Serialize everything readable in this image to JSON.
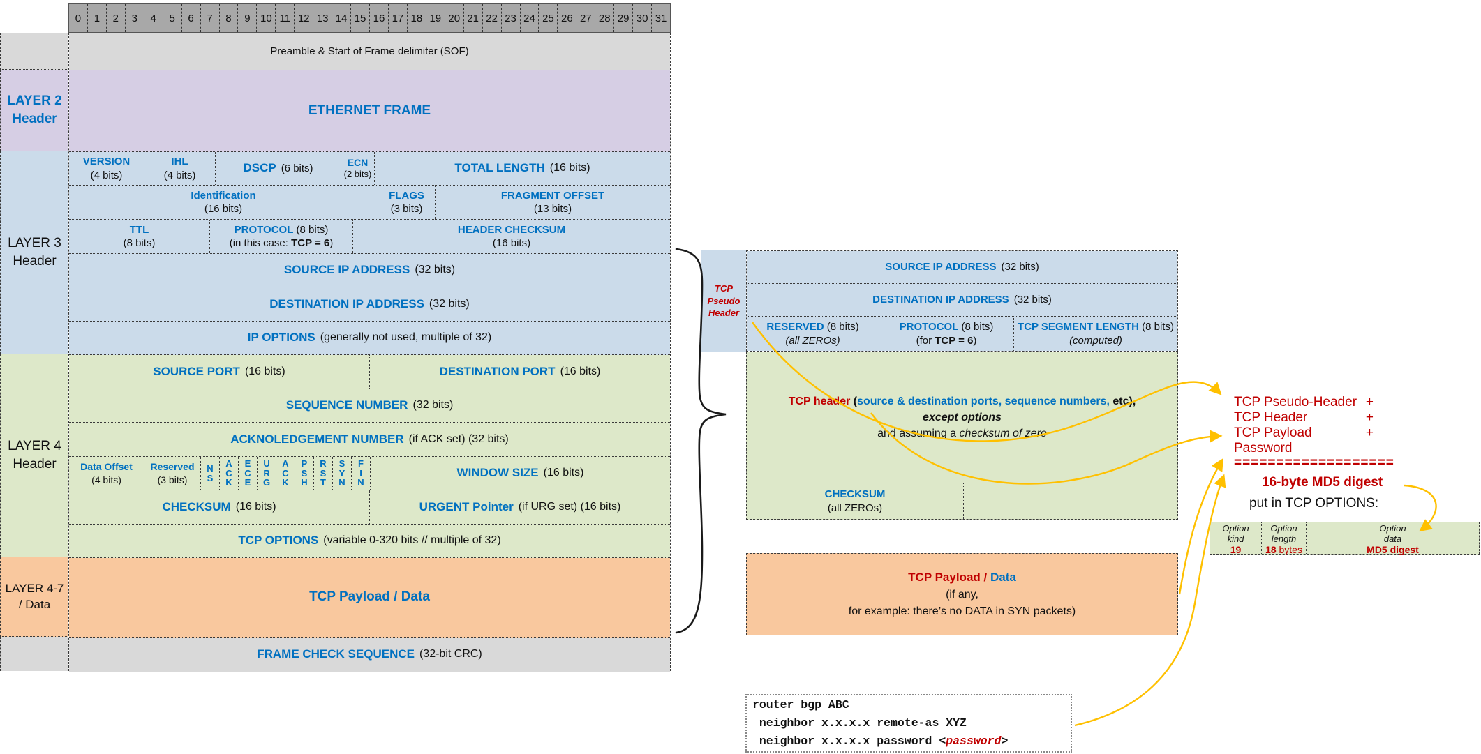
{
  "colors": {
    "accent_blue": "#0070c0",
    "accent_red": "#c00000",
    "arrow_yellow": "#ffc000",
    "purple": "#d6cee4",
    "light_blue": "#cbdbea",
    "light_green": "#dde8c9",
    "orange": "#f9c89e",
    "gray": "#d9d9d9",
    "bit_gray": "#a8a8a8"
  },
  "bits": [
    "0",
    "1",
    "2",
    "3",
    "4",
    "5",
    "6",
    "7",
    "8",
    "9",
    "10",
    "11",
    "12",
    "13",
    "14",
    "15",
    "16",
    "17",
    "18",
    "19",
    "20",
    "21",
    "22",
    "23",
    "24",
    "25",
    "26",
    "27",
    "28",
    "29",
    "30",
    "31"
  ],
  "left": {
    "labels": {
      "l2": "LAYER 2\nHeader",
      "l3": "LAYER 3\nHeader",
      "l4": "LAYER 4\nHeader",
      "l47": "LAYER 4-7\n/ Data"
    },
    "preamble": "Preamble & Start of Frame delimiter (SOF)",
    "ethernet": "ETHERNET  FRAME",
    "version": {
      "n": "VERSION",
      "b": "(4 bits)"
    },
    "ihl": {
      "n": "IHL",
      "b": "(4 bits)"
    },
    "dscp": {
      "n": "DSCP",
      "b": "(6 bits)"
    },
    "ecn": {
      "n": "ECN",
      "b": "(2 bits)"
    },
    "total": {
      "n": "TOTAL  LENGTH",
      "b": "(16 bits)"
    },
    "ident": {
      "n": "Identification",
      "b": "(16 bits)"
    },
    "flags_f": {
      "n": "FLAGS",
      "b": "(3 bits)"
    },
    "frag": {
      "n": "FRAGMENT  OFFSET",
      "b": "(13 bits)"
    },
    "ttl": {
      "n": "TTL",
      "b": "(8 bits)"
    },
    "proto": {
      "n": "PROTOCOL",
      "b": "(8 bits)",
      "c1": "(in this case: ",
      "c2": "TCP = 6",
      "c3": ")"
    },
    "hc": {
      "n": "HEADER  CHECKSUM",
      "b": "(16 bits)"
    },
    "srcip": {
      "n": "SOURCE  IP  ADDRESS",
      "b": "(32 bits)"
    },
    "dstip": {
      "n": "DESTINATION  IP  ADDRESS",
      "b": "(32 bits)"
    },
    "ipopt": {
      "n": "IP  OPTIONS",
      "b": "(generally not used, multiple of 32)"
    },
    "sport": {
      "n": "SOURCE  PORT",
      "b": "(16 bits)"
    },
    "dport": {
      "n": "DESTINATION  PORT",
      "b": "(16 bits)"
    },
    "seq": {
      "n": "SEQUENCE  NUMBER",
      "b": "(32 bits)"
    },
    "ack": {
      "n": "ACKNOLEDGEMENT  NUMBER",
      "b": "(if ACK set) (32 bits)"
    },
    "doff": {
      "n": "Data Offset",
      "b": "(4 bits)"
    },
    "rsv": {
      "n": "Reserved",
      "b": "(3 bits)"
    },
    "flags": [
      "NS",
      "ACK",
      "ECE",
      "URG",
      "ACK",
      "PSH",
      "RST",
      "SYN",
      "FIN"
    ],
    "win": {
      "n": "WINDOW SIZE",
      "b": "(16 bits)"
    },
    "cks": {
      "n": "CHECKSUM",
      "b": "(16 bits)"
    },
    "urg": {
      "n": "URGENT Pointer",
      "b": "(if URG set) (16 bits)"
    },
    "tcpopt": {
      "n": "TCP  OPTIONS",
      "b": "(variable 0-320 bits // multiple of 32)"
    },
    "payload": "TCP  Payload / Data",
    "fcs": {
      "n": "FRAME  CHECK  SEQUENCE",
      "b": "(32-bit CRC)"
    }
  },
  "right": {
    "pseudo_label": "TCP\nPseudo\nHeader",
    "srcip": {
      "n": "SOURCE  IP  ADDRESS",
      "b": "(32 bits)"
    },
    "dstip": {
      "n": "DESTINATION  IP  ADDRESS",
      "b": "(32 bits)"
    },
    "reserved": {
      "n": "RESERVED",
      "b": "(8 bits)",
      "i": "(all ZEROs)"
    },
    "proto": {
      "n": "PROTOCOL",
      "b": "(8 bits)",
      "c1": "(for ",
      "c2": "TCP = 6",
      "c3": ")"
    },
    "seglen": {
      "n": "TCP  SEGMENT  LENGTH",
      "b": "(8 bits)",
      "i": "(computed)"
    },
    "hdr_s1": "TCP header ",
    "hdr_s2": "(",
    "hdr_s3": "source & destination ports, sequence numbers,",
    "hdr_s4": " etc",
    "hdr_s5": "),",
    "hdr_l2": "except options",
    "hdr_l3a": "and assuming a ",
    "hdr_l3b": "checksum of zero",
    "cks": {
      "n": "CHECKSUM",
      "b": "(all ZEROs)"
    },
    "pay_r": "TCP  Payload",
    "pay_s": " / ",
    "pay_d": "Data",
    "pay_l2": "(if any,",
    "pay_l3": "for example: there’s no DATA in SYN packets)"
  },
  "md5": {
    "lines": [
      [
        "TCP Pseudo-Header",
        "+"
      ],
      [
        "TCP Header",
        "+"
      ],
      [
        "TCP Payload",
        "+"
      ],
      [
        "Password",
        ""
      ]
    ],
    "bar": "===================",
    "digest": "16-byte MD5 digest",
    "put": "put in TCP OPTIONS:",
    "opt": {
      "kind_l": "Option\nkind",
      "kind_v": "19",
      "len_l": "Option\nlength",
      "len_v1": "18",
      "len_v2": " bytes",
      "data_l": "Option\ndata",
      "data_v": "MD5 digest"
    }
  },
  "code": {
    "l1": "router bgp ABC",
    "l2": " neighbor x.x.x.x remote-as XYZ",
    "l3a": " neighbor x.x.x.x password ",
    "l3b": "<",
    "l3c": "password",
    "l3d": ">"
  }
}
